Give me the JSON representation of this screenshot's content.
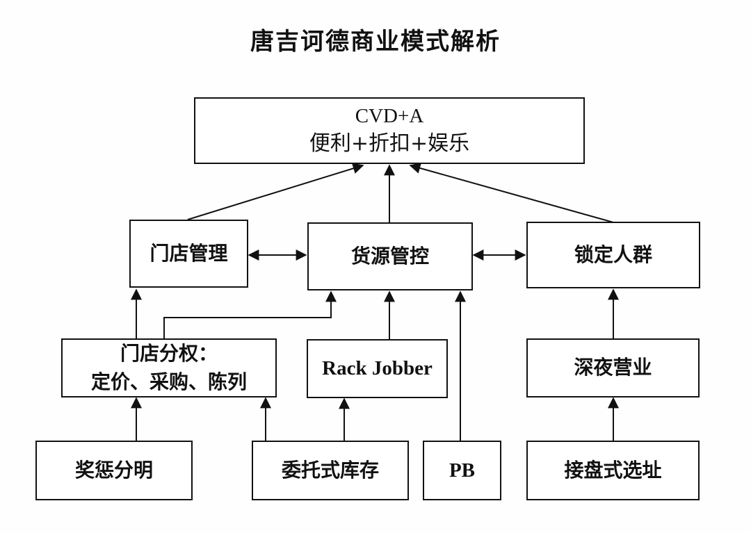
{
  "title": "唐吉诃德商业模式解析",
  "top": {
    "line1": "CVD+A",
    "line2": "便利+折扣+娱乐"
  },
  "middle": {
    "store_management": "门店管理",
    "supply_control": "货源管控",
    "locked_crowd": "锁定人群"
  },
  "lower": {
    "store_authority_line1": "门店分权：",
    "store_authority_line2": "定价、采购、陈列",
    "rack_jobber": "Rack Jobber",
    "late_night": "深夜营业"
  },
  "bottom": {
    "reward_punish": "奖惩分明",
    "consignment": "委托式库存",
    "pb": "PB",
    "site_selection": "接盘式选址"
  }
}
